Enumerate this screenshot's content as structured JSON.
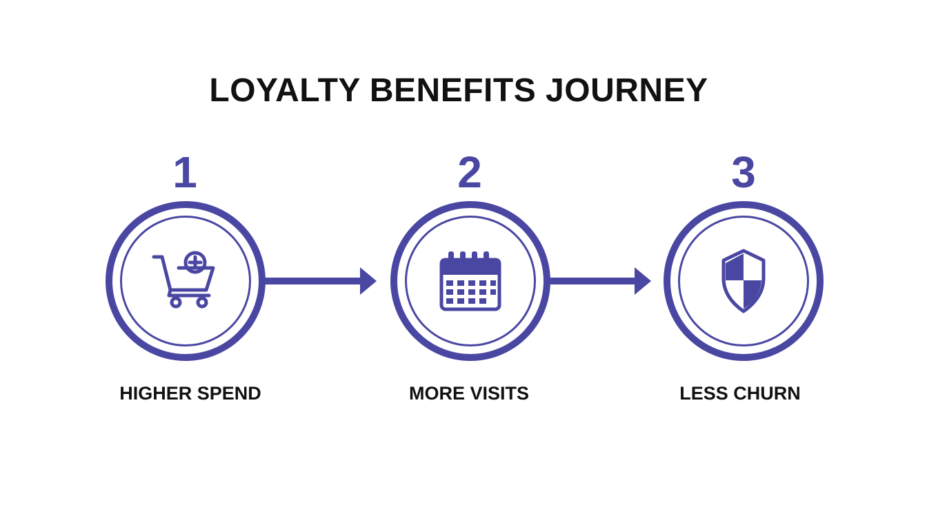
{
  "title": "LOYALTY BENEFITS JOURNEY",
  "accent_color": "#4a47a3",
  "steps": [
    {
      "number": "1",
      "label": "HIGHER SPEND",
      "icon": "shopping-cart-add-icon"
    },
    {
      "number": "2",
      "label": "MORE VISITS",
      "icon": "calendar-icon"
    },
    {
      "number": "3",
      "label": "LESS CHURN",
      "icon": "shield-icon"
    }
  ]
}
